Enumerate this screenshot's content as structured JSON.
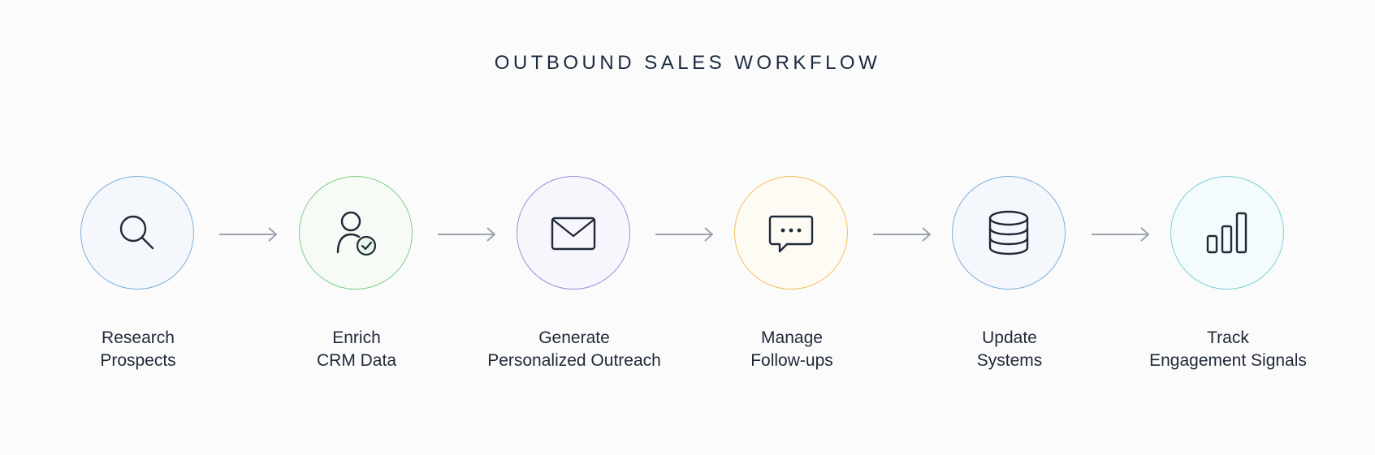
{
  "title": "OUTBOUND SALES WORKFLOW",
  "steps": [
    {
      "line1": "Research",
      "line2": "Prospects",
      "icon": "search-icon",
      "color": "#7fb0d9",
      "fill": "#f4f8fc"
    },
    {
      "line1": "Enrich",
      "line2": "CRM Data",
      "icon": "user-check-icon",
      "color": "#82cf8a",
      "fill": "#f6fbf6"
    },
    {
      "line1": "Generate",
      "line2": "Personalized Outreach",
      "icon": "envelope-icon",
      "color": "#9f8ed6",
      "fill": "#f8f6fd"
    },
    {
      "line1": "Manage",
      "line2": "Follow-ups",
      "icon": "chat-bubble-icon",
      "color": "#f2c25e",
      "fill": "#fefbf4"
    },
    {
      "line1": "Update",
      "line2": "Systems",
      "icon": "database-icon",
      "color": "#7fb0d9",
      "fill": "#f4f8fc"
    },
    {
      "line1": "Track",
      "line2": "Engagement Signals",
      "icon": "bar-chart-icon",
      "color": "#7dd0d8",
      "fill": "#f4fbfc"
    }
  ]
}
